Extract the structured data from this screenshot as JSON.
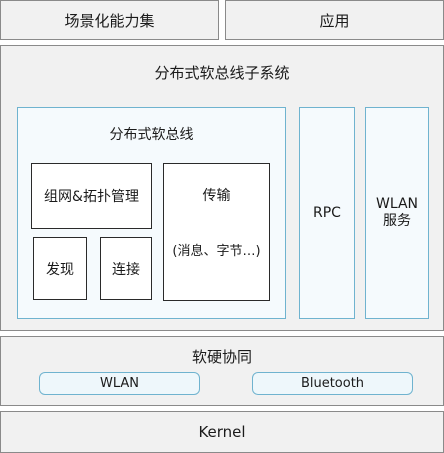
{
  "top": {
    "scene": "场景化能力集",
    "app": "应用"
  },
  "subsystem": {
    "title": "分布式软总线子系统",
    "bus": {
      "title": "分布式软总线",
      "networking": "组网&拓扑管理",
      "discovery": "发现",
      "connection": "连接",
      "transport": {
        "title": "传输",
        "detail": "(消息、字节…)"
      }
    },
    "rpc": "RPC",
    "wlan_service": {
      "line1": "WLAN",
      "line2": "服务"
    }
  },
  "cooperation": {
    "title": "软硬协同",
    "wlan": "WLAN",
    "bluetooth": "Bluetooth"
  },
  "kernel": "Kernel"
}
